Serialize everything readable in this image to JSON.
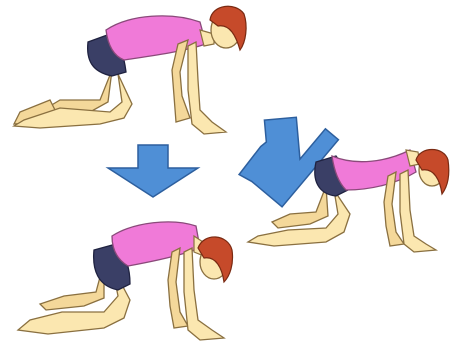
{
  "colors": {
    "background": "#ffffff",
    "skin": "#fbe7b0",
    "skin_outline": "#8a7040",
    "shirt": "#f07ad8",
    "shirt_outline": "#8a4a7a",
    "shorts": "#3a3f66",
    "hair": "#c64a2a",
    "arrow": "#4f8fd6",
    "arrow_outline": "#2d5f9e"
  },
  "figures": [
    {
      "name": "figure-cat-pose",
      "pose": "cat"
    },
    {
      "name": "figure-neutral-pose",
      "pose": "neutral"
    },
    {
      "name": "figure-cow-pose",
      "pose": "cow"
    }
  ],
  "arrows": [
    {
      "name": "arrow-down-icon",
      "direction": "down"
    },
    {
      "name": "arrow-down-left-icon",
      "direction": "down-left"
    }
  ]
}
